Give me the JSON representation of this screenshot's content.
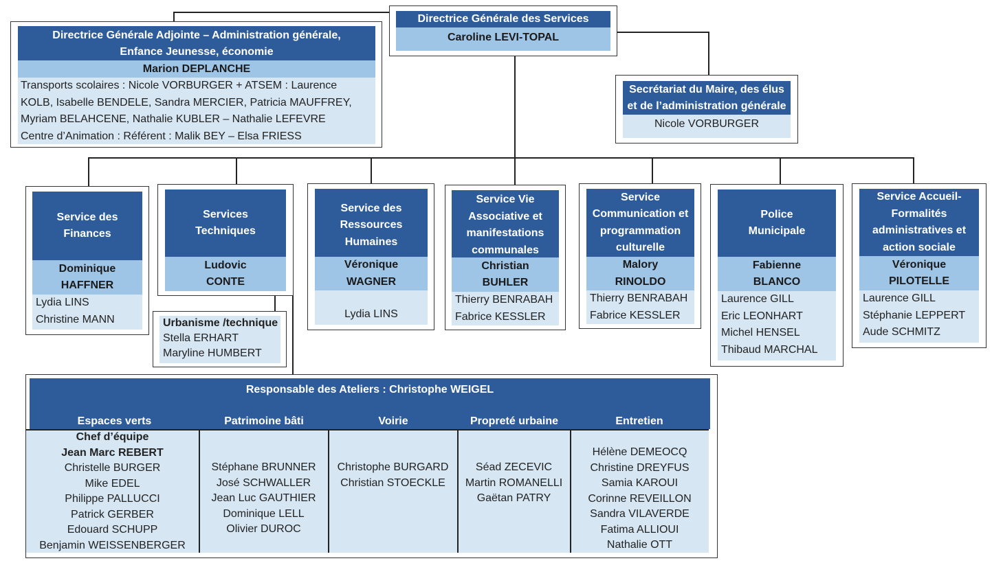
{
  "colors": {
    "dark_blue": "#2e5c9a",
    "mid_blue": "#9ec4e6",
    "light_blue": "#d6e6f3",
    "line": "#222222"
  },
  "dgs": {
    "title": "Directrice Générale des Services",
    "name": "Caroline LEVI-TOPAL"
  },
  "dga": {
    "title_line1": "Directrice Générale Adjointe – Administration générale,",
    "title_line2": "Enfance Jeunesse, économie",
    "name": "Marion DEPLANCHE",
    "lines": [
      "Transports scolaires : Nicole VORBURGER + ATSEM : Laurence",
      "KOLB, Isabelle BENDELE, Sandra MERCIER, Patricia MAUFFREY,",
      "Myriam BELAHCENE, Nathalie KUBLER – Nathalie LEFEVRE",
      "Centre d’Animation : Référent : Malik BEY – Elsa FRIESS"
    ]
  },
  "secretariat": {
    "title_line1": "Secrétariat du Maire, des élus",
    "title_line2": "et de l’administration générale",
    "name": "Nicole VORBURGER"
  },
  "services": [
    {
      "title": [
        "Service des",
        "Finances"
      ],
      "head": [
        "Dominique",
        "HAFFNER"
      ],
      "staff": [
        "Lydia LINS",
        "Christine MANN"
      ]
    },
    {
      "title": [
        "Services",
        "Techniques"
      ],
      "head": [
        "Ludovic",
        "CONTE"
      ],
      "staff": []
    },
    {
      "title": [
        "Service des",
        "Ressources",
        "Humaines"
      ],
      "head": [
        "Véronique",
        "WAGNER"
      ],
      "staff": [
        "Lydia LINS"
      ]
    },
    {
      "title": [
        "Service Vie",
        "Associative et",
        "manifestations",
        "communales"
      ],
      "head": [
        "Christian",
        "BUHLER"
      ],
      "staff": [
        "Thierry BENRABAH",
        "Fabrice KESSLER"
      ]
    },
    {
      "title": [
        "Service",
        "Communication et",
        "programmation",
        "culturelle"
      ],
      "head": [
        "Malory",
        "RINOLDO"
      ],
      "staff": [
        "Thierry BENRABAH",
        "Fabrice KESSLER"
      ]
    },
    {
      "title": [
        "Police",
        "Municipale"
      ],
      "head": [
        "Fabienne",
        "BLANCO"
      ],
      "staff": [
        "Laurence GILL",
        "Eric LEONHART",
        "Michel HENSEL",
        "Thibaud MARCHAL"
      ]
    },
    {
      "title": [
        "Service Accueil-",
        "Formalités",
        "administratives et",
        "action sociale"
      ],
      "head": [
        "Véronique",
        "PILOTELLE"
      ],
      "staff": [
        "Laurence GILL",
        "Stéphanie LEPPERT",
        "Aude SCHMITZ"
      ]
    }
  ],
  "urbanisme": {
    "title": "Urbanisme /technique",
    "staff": [
      "Stella ERHART",
      "Maryline HUMBERT"
    ]
  },
  "ateliers": {
    "title": "Responsable des Ateliers : Christophe WEIGEL",
    "columns": [
      {
        "title": "Espaces verts",
        "lead1": "Chef d’équipe",
        "lead2": "Jean Marc REBERT",
        "staff": [
          "Christelle BURGER",
          "Mike EDEL",
          "Philippe PALLUCCI",
          "Patrick GERBER",
          "Edouard SCHUPP",
          "Benjamin WEISSENBERGER"
        ]
      },
      {
        "title": "Patrimoine bâti",
        "staff": [
          "Stéphane BRUNNER",
          "José SCHWALLER",
          "Jean Luc GAUTHIER",
          "Dominique LELL",
          "Olivier DUROC"
        ]
      },
      {
        "title": "Voirie",
        "staff": [
          "Christophe BURGARD",
          "Christian STOECKLE"
        ]
      },
      {
        "title": "Propreté urbaine",
        "staff": [
          "Séad ZECEVIC",
          "Martin ROMANELLI",
          "Gaëtan PATRY"
        ]
      },
      {
        "title": "Entretien",
        "staff": [
          "Hélène DEMEOCQ",
          "Christine DREYFUS",
          "Samia KAROUI",
          "Corinne REVEILLON",
          "Sandra VILAVERDE",
          "Fatima ALLIOUI",
          "Nathalie OTT"
        ]
      }
    ]
  }
}
